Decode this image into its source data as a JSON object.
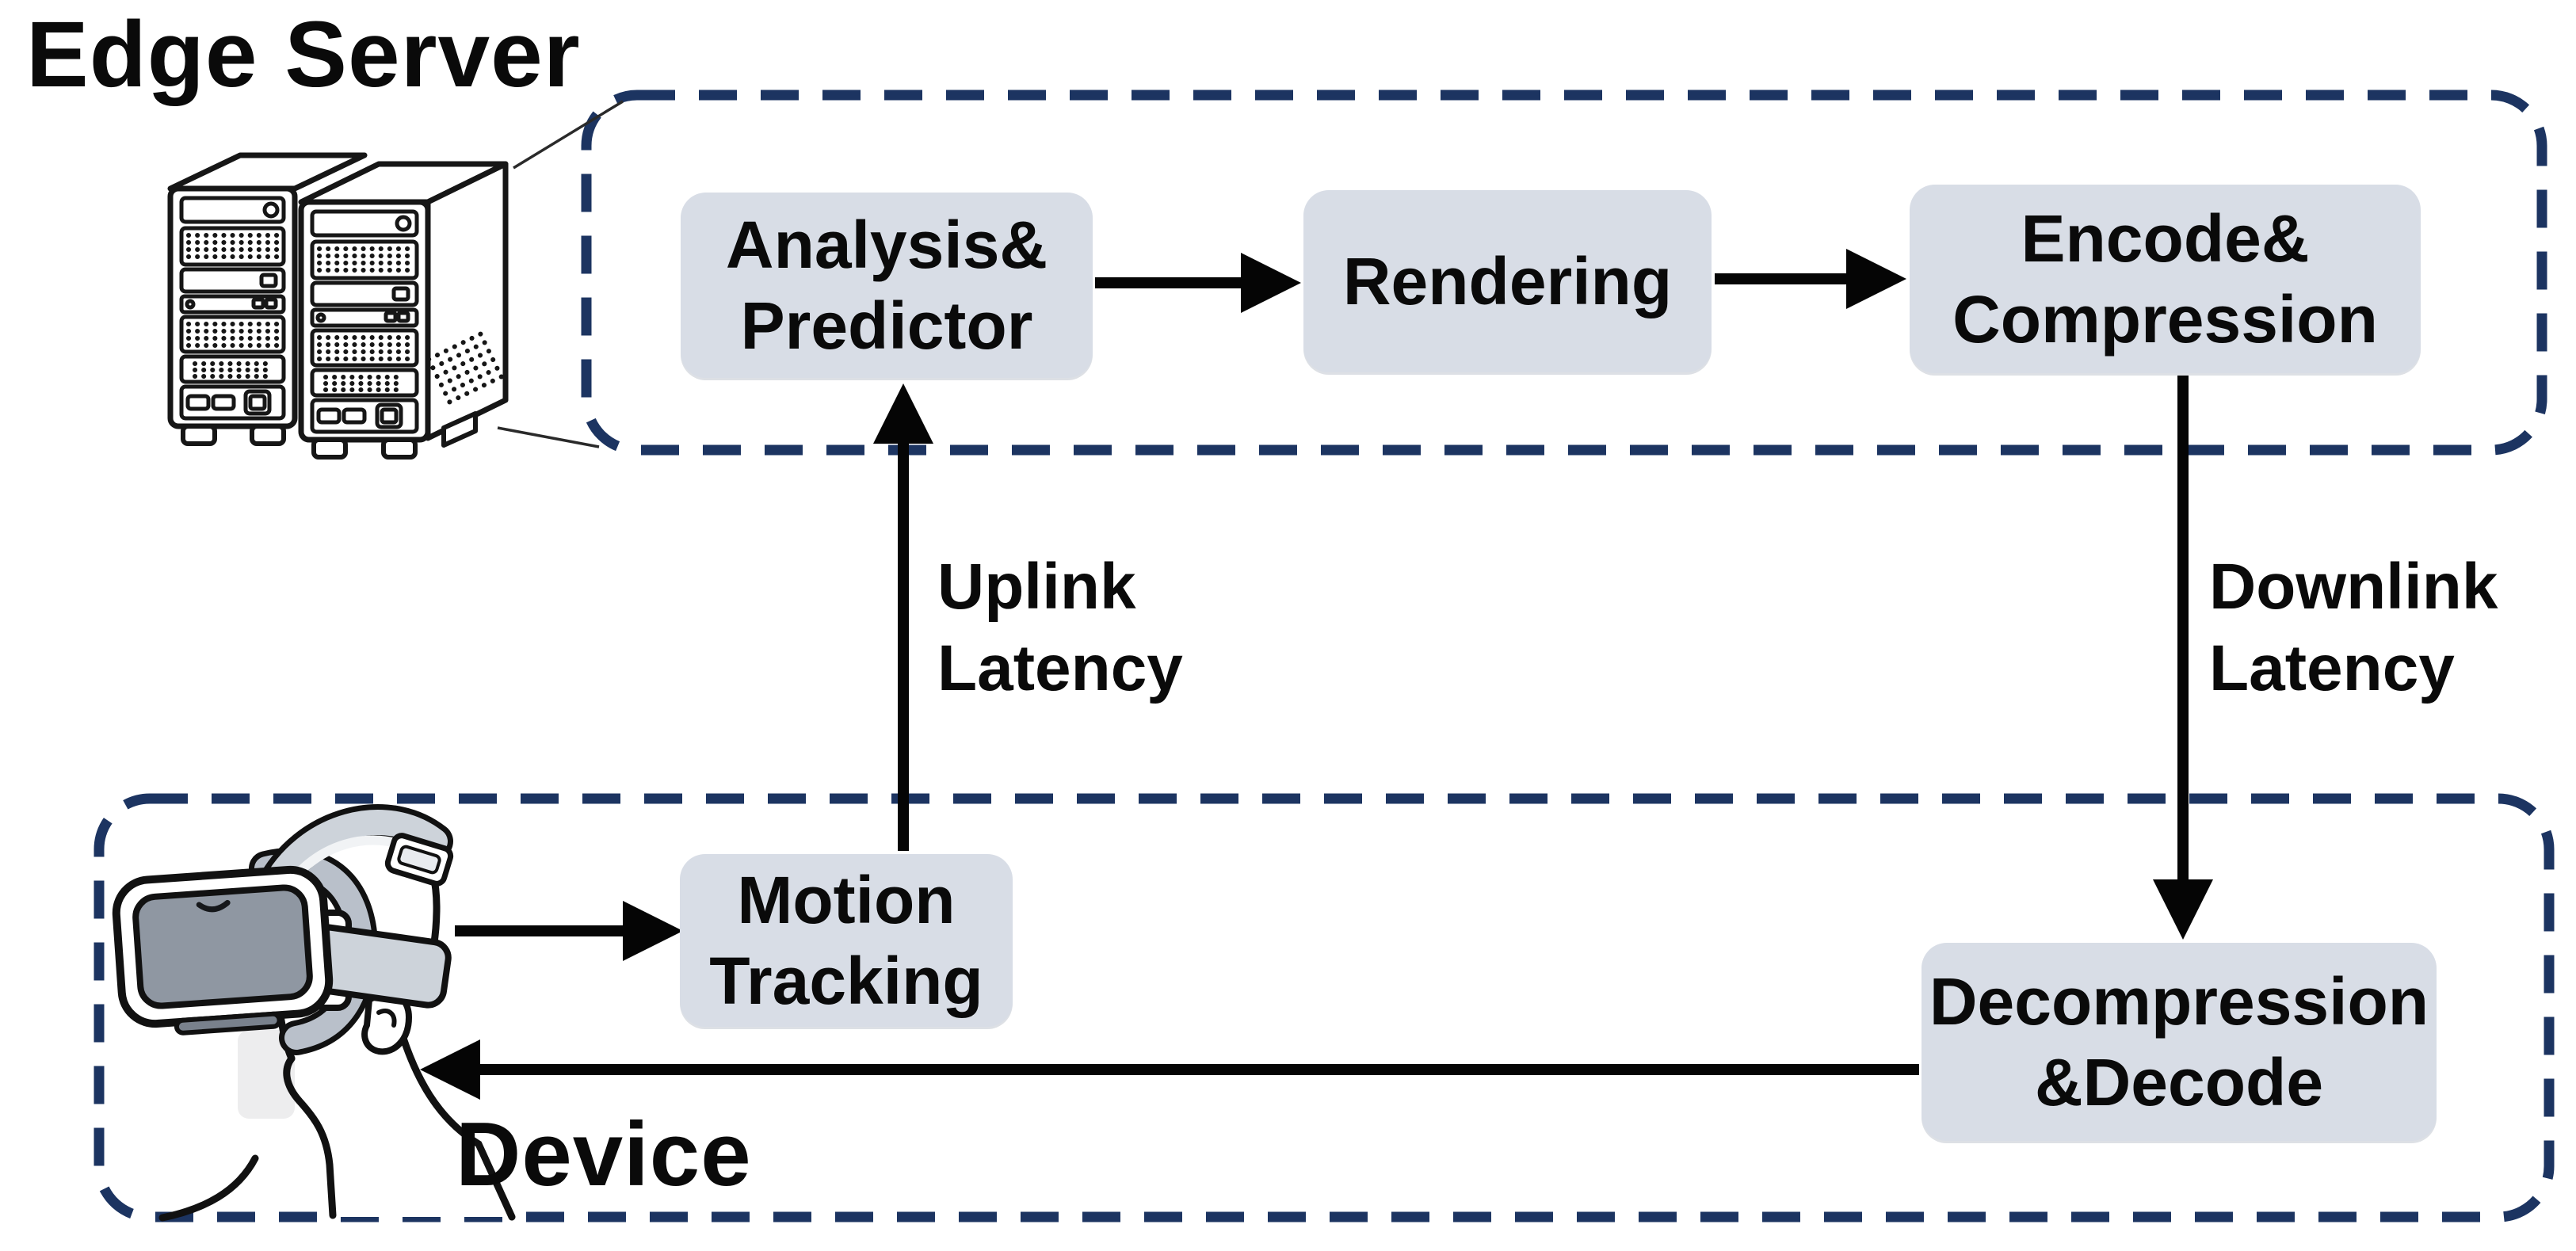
{
  "figure": {
    "type": "system-architecture-diagram",
    "description_visible_only": false
  },
  "colors": {
    "background": "#ffffff",
    "dashed_border": "#1c3461",
    "module_fill": "#d8dde6",
    "arrow": "#050505",
    "text": "#0a0a0a",
    "headset_screen": "#8f97a2",
    "strap_gray": "#cdd3da"
  },
  "edge_server": {
    "label": "Edge Server",
    "modules": [
      {
        "label": "Analysis&\nPredictor"
      },
      {
        "label": "Rendering"
      },
      {
        "label": "Encode&\nCompression"
      }
    ]
  },
  "device": {
    "label": "Device",
    "modules": [
      {
        "label": "Motion\nTracking"
      },
      {
        "label": "Decompression\n&Decode"
      }
    ]
  },
  "links": {
    "uplink_label": "Uplink\nLatency",
    "downlink_label": "Downlink\nLatency"
  },
  "icons": [
    {
      "name": "server-towers-icon"
    },
    {
      "name": "vr-headset-user-icon"
    }
  ]
}
